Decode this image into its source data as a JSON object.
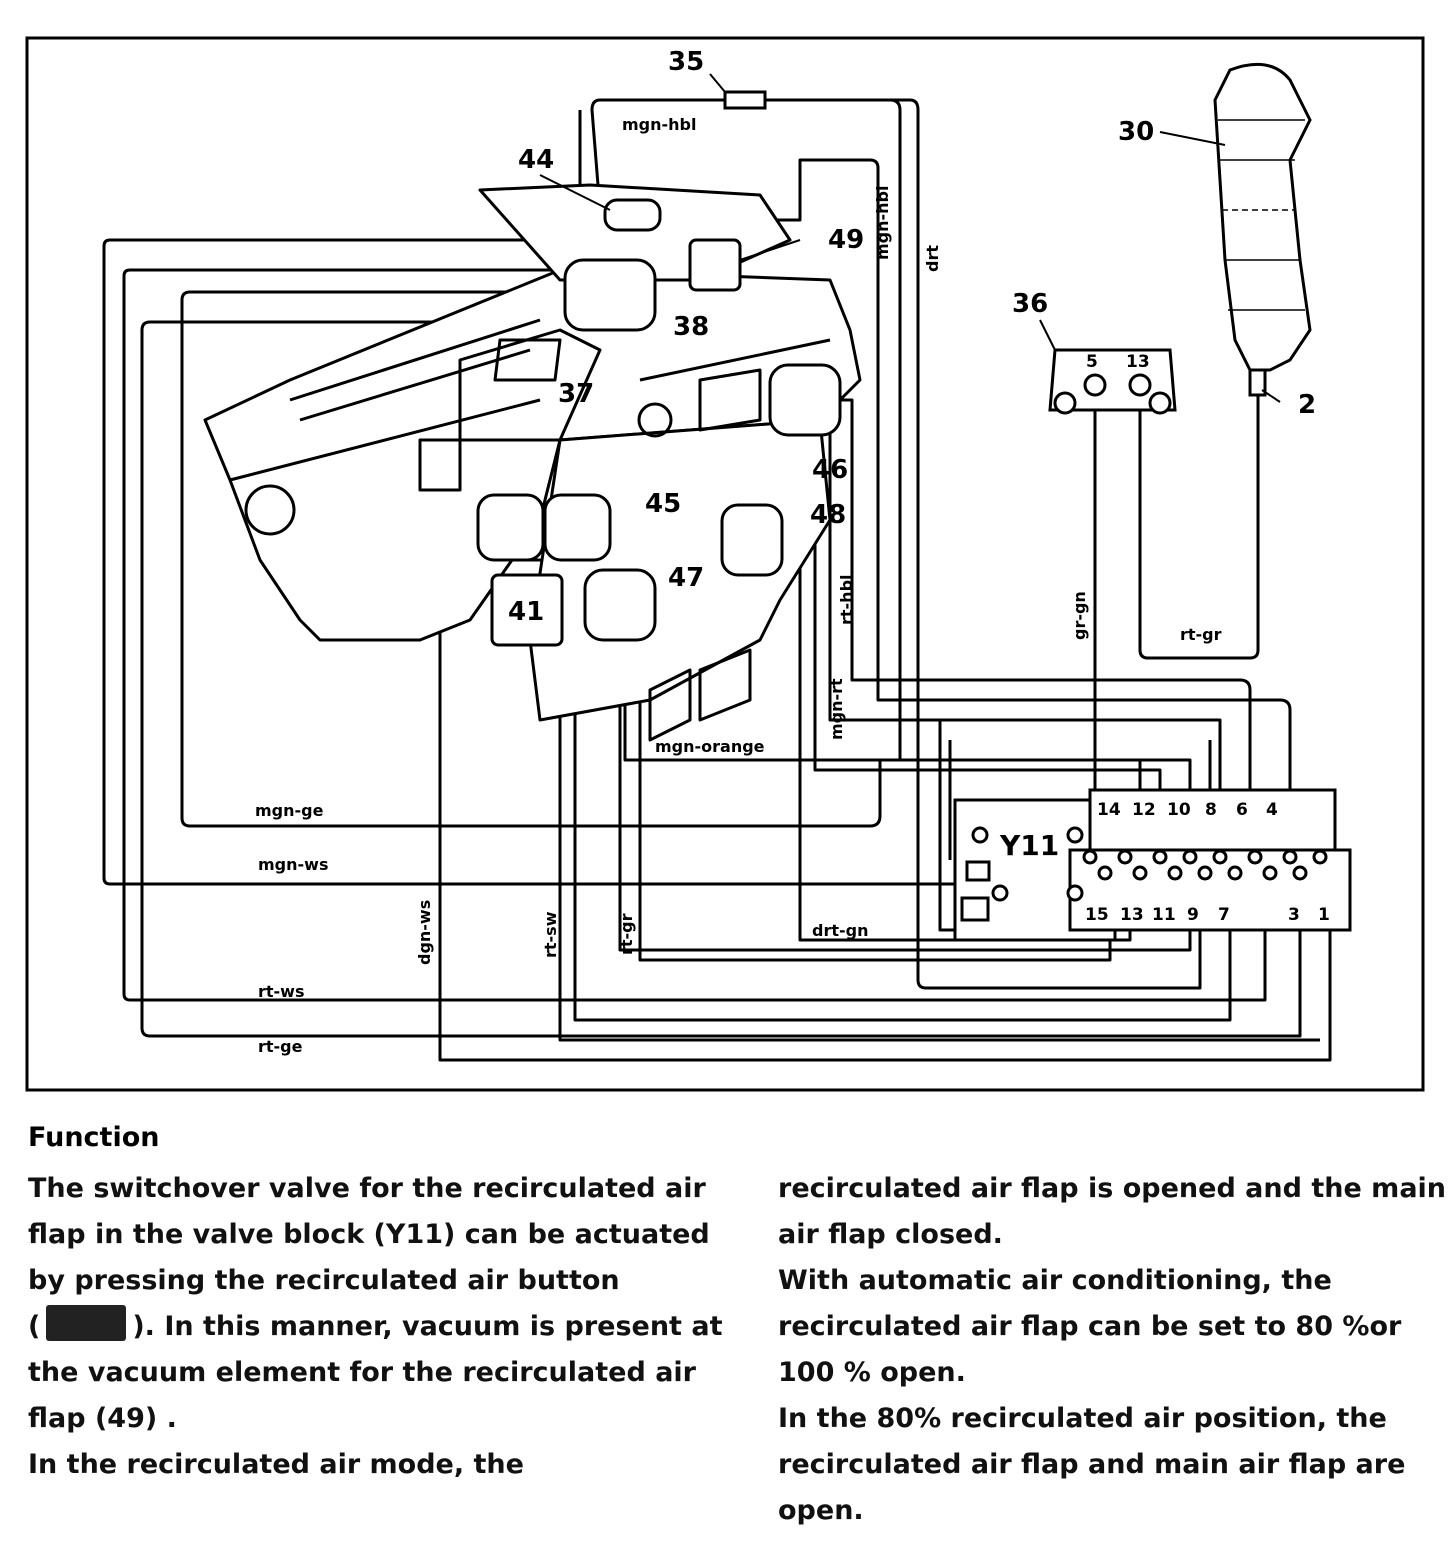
{
  "diagram": {
    "component_numbers": {
      "c35": "35",
      "c44": "44",
      "c30": "30",
      "c49": "49",
      "c36": "36",
      "c38": "38",
      "c37": "37",
      "c2": "2",
      "c46": "46",
      "c45": "45",
      "c48": "48",
      "c41": "41",
      "c47": "47"
    },
    "wire_labels": {
      "mgn_hbl_top": "mgn-hbl",
      "mgn_hbl_vert": "mgn-hbl",
      "drt": "drt",
      "rt_hbl": "rt-hbl",
      "mgn_rt": "mgn-rt",
      "gr_gn": "gr-gn",
      "rt_gr_right": "rt-gr",
      "mgn_orange": "mgn-orange",
      "mgn_ge": "mgn-ge",
      "mgn_ws": "mgn-ws",
      "dgn_ws": "dgn-ws",
      "rt_sw": "rt-sw",
      "rt_gr_left": "rt-gr",
      "drt_gn": "drt-gn",
      "rt_ws": "rt-ws",
      "rt_ge": "rt-ge"
    },
    "connector_ports": {
      "p5": "5",
      "p13": "13"
    },
    "valve_block": {
      "label": "Y11",
      "ports_top": [
        "14",
        "12",
        "10",
        "8",
        "6",
        "4"
      ],
      "ports_bottom": [
        "15",
        "13",
        "11",
        "9",
        "7",
        "3",
        "1"
      ]
    }
  },
  "text": {
    "heading": "Function",
    "left_lines": [
      "The switchover valve for the recirculated air",
      "flap in the valve block (Y11) can be actuated",
      "by pressing the recirculated air button",
      "). In this manner, vacuum is present at",
      "the vacuum element for the recirculated air",
      "flap  (49) .",
      "In the recirculated air mode, the"
    ],
    "left_line4_prefix": "(",
    "right_lines": [
      "recirculated air flap is opened and the main",
      "air flap closed.",
      "With automatic air conditioning, the",
      "recirculated air flap can be set to 80 %or",
      "100 % open.",
      "In the 80% recirculated air position, the",
      "recirculated air flap and main air flap are",
      "open."
    ]
  }
}
